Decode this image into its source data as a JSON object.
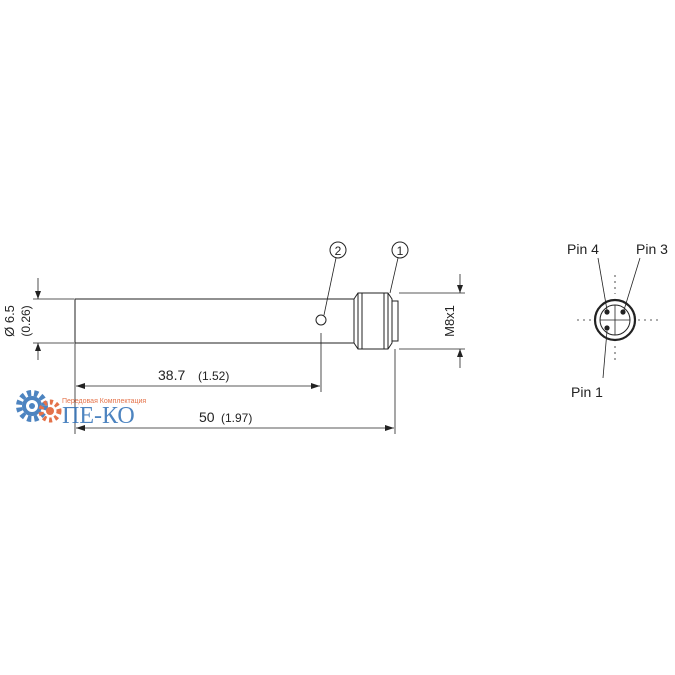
{
  "dimensions": {
    "diameter": "Ø 6.5",
    "diameter_inch": "(0.26)",
    "length_to_led": "38.7",
    "length_to_led_inch": "(1.52)",
    "overall_length": "50",
    "overall_length_inch": "(1.97)",
    "thread": "M8x1"
  },
  "callouts": {
    "connector_marker": "1",
    "led_marker": "2"
  },
  "pinout": {
    "pin4": "Pin 4",
    "pin3": "Pin 3",
    "pin1": "Pin 1"
  },
  "watermark": {
    "brand": "ПЕ-КО",
    "tagline": "Передовая Комплектация",
    "gear_color": "#2f6fb6",
    "gear_color_2": "#e05a2a"
  }
}
